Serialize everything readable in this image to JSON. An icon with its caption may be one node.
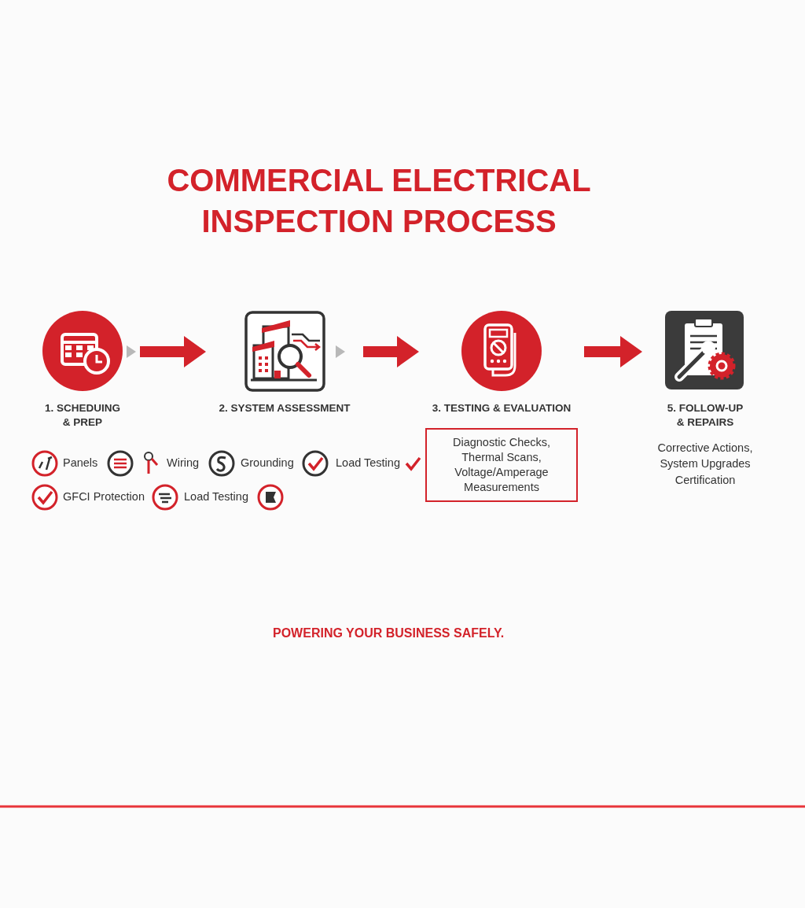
{
  "diagram": {
    "title": "COMMERCIAL ELECTRICAL INSPECTION PROCESS",
    "nodes": [
      {
        "text": [
          "1. SCHEDUING & PREP"
        ]
      },
      {
        "text": [
          "2. SYSTEM ASSESSMENT"
        ]
      },
      {
        "text": [
          "3. TESTING & EVALUATION"
        ]
      },
      {
        "text": [
          "Diagnostic Checks, Thermal Scans, Voltage/Amperage Measurements"
        ]
      },
      {
        "text": [
          "5. FOLLOW-UP & REPAIRS",
          "Corrective Actions, System Upgrades Certification"
        ]
      }
    ],
    "edges": [
      {
        "from": 0,
        "to": 1,
        "arrow": "to"
      },
      {
        "from": 1,
        "to": 2,
        "arrow": "to"
      },
      {
        "from": 2,
        "to": 4,
        "arrow": "to"
      }
    ],
    "labels": [
      "Panels",
      "Wiring",
      "Grounding",
      "Load Testing",
      "GFCI Protection",
      "Load Testing",
      "POWERING YOUR BUSINESS SAFELY."
    ]
  }
}
